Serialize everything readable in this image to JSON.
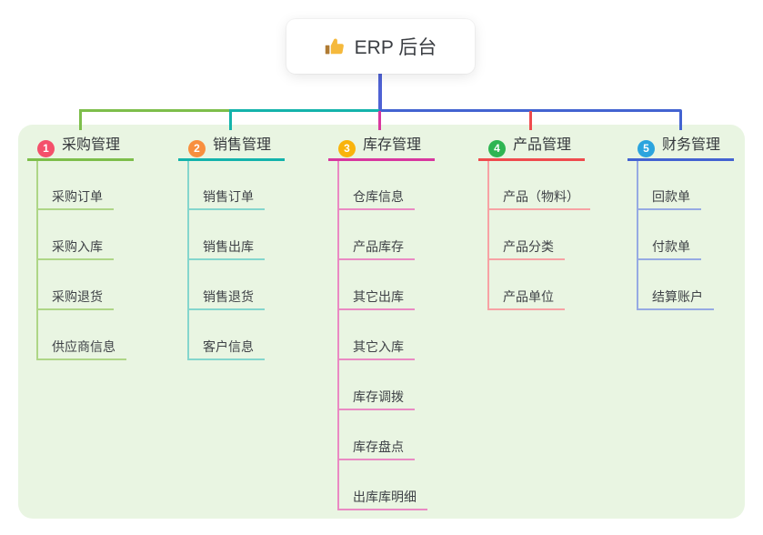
{
  "root": {
    "title": "ERP 后台",
    "icon": "thumbs-up"
  },
  "branches": [
    {
      "index": "1",
      "title": "采购管理",
      "color": "#7dbe4b",
      "light_color": "#aed687",
      "badge_color": "#f4506b",
      "children": [
        "采购订单",
        "采购入库",
        "采购退货",
        "供应商信息"
      ]
    },
    {
      "index": "2",
      "title": "销售管理",
      "color": "#14b3ab",
      "light_color": "#84d6cd",
      "badge_color": "#f88f3e",
      "children": [
        "销售订单",
        "销售出库",
        "销售退货",
        "客户信息"
      ]
    },
    {
      "index": "3",
      "title": "库存管理",
      "color": "#d8379f",
      "light_color": "#ea89c3",
      "badge_color": "#f9b30c",
      "children": [
        "仓库信息",
        "产品库存",
        "其它出库",
        "其它入库",
        "库存调拨",
        "库存盘点",
        "出库库明细"
      ]
    },
    {
      "index": "4",
      "title": "产品管理",
      "color": "#ef4b4e",
      "light_color": "#f7a2a4",
      "badge_color": "#2eb552",
      "children": [
        "产品（物料）",
        "产品分类",
        "产品单位"
      ]
    },
    {
      "index": "5",
      "title": "财务管理",
      "color": "#4363d1",
      "light_color": "#96aae3",
      "badge_color": "#2ba4de",
      "children": [
        "回款单",
        "付款单",
        "结算账户"
      ]
    }
  ],
  "colors": {
    "stem": "#4f62d4",
    "panel_bg": "#e9f5e2",
    "thumb": "#f5b93c"
  }
}
